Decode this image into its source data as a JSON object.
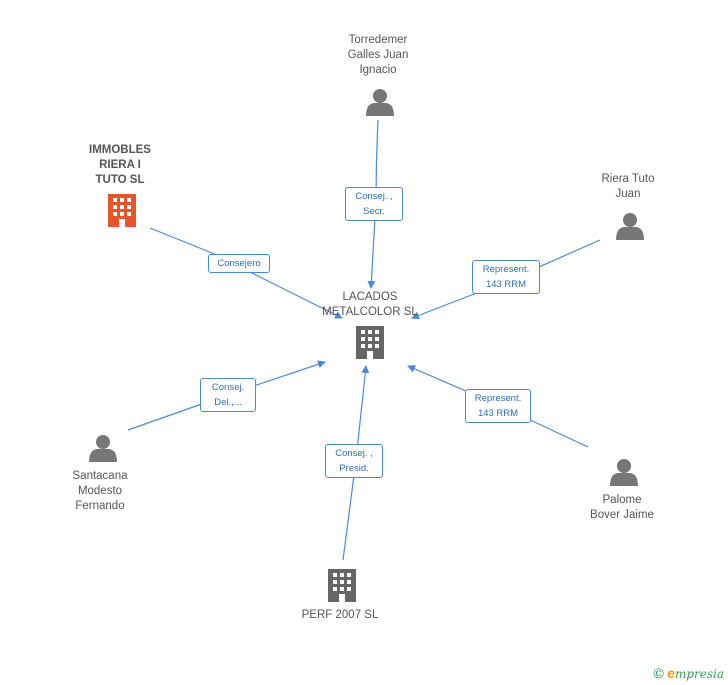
{
  "nodes": {
    "center": {
      "label": "LACADOS METALCOLOR SL",
      "line1": "LACADOS",
      "line2": "METALCOLOR SL",
      "icon": "building-icon",
      "color": "#666666"
    },
    "torredemer": {
      "line1": "Torredemer",
      "line2": "Galles Juan",
      "line3": "Ignacio",
      "icon": "person-icon"
    },
    "immobles": {
      "line1": "IMMOBLES",
      "line2": "RIERA I",
      "line3": "TUTO SL",
      "icon": "building-icon",
      "color": "#e8552b"
    },
    "riera": {
      "line1": "Riera Tuto",
      "line2": "Juan",
      "icon": "person-icon"
    },
    "santacana": {
      "line1": "Santacana",
      "line2": "Modesto",
      "line3": "Fernando",
      "icon": "person-icon"
    },
    "palome": {
      "line1": "Palome",
      "line2": "Bover Jaime",
      "icon": "person-icon"
    },
    "perf": {
      "line1": "PERF 2007 SL",
      "icon": "building-icon"
    }
  },
  "edges": {
    "torredemer": {
      "line1": "Consej. ,",
      "line2": "Secr."
    },
    "immobles": {
      "line1": "Consejero"
    },
    "riera": {
      "line1": "Represent.",
      "line2": "143 RRM"
    },
    "santacana": {
      "line1": "Consej.",
      "line2": "Del.,..."
    },
    "palome": {
      "line1": "Represent.",
      "line2": "143 RRM"
    },
    "perf": {
      "line1": "Consej. ,",
      "line2": "Presid."
    }
  },
  "footer": {
    "copyright": "©",
    "brand_initial": "e",
    "brand_rest": "mpresia"
  },
  "colors": {
    "edge": "#4a8bd6",
    "person": "#777777",
    "building": "#666666",
    "highlight": "#e8552b"
  }
}
